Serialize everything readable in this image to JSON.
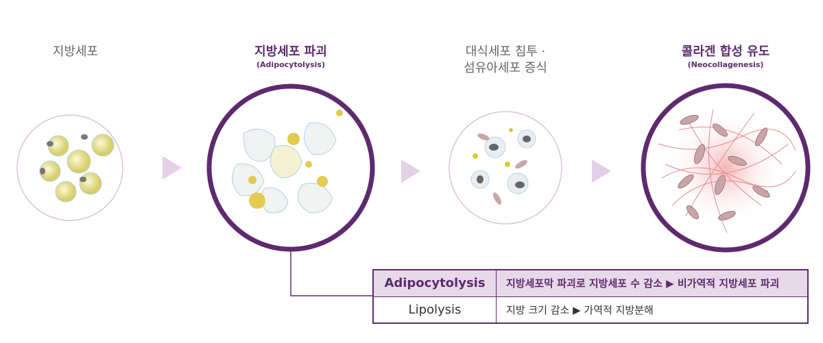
{
  "stages": [
    {
      "title": "지방세포"
    },
    {
      "title": "지방세포 파괴",
      "subtitle": "(Adipocytolysis)"
    },
    {
      "title_line1": "대식세포 침투 ·",
      "title_line2": "섬유아세포 증식"
    },
    {
      "title": "콜라겐 합성 유도",
      "subtitle": "(Neocollagenesis)"
    }
  ],
  "table": {
    "rows": [
      {
        "term": "Adipocytolysis",
        "desc": "지방세포막 파괴로 지방세포 수 감소 ▶ 비가역적 지방세포 파괴"
      },
      {
        "term": "Lipolysis",
        "desc": "지방 크기 감소 ▶ 가역적 지방분해"
      }
    ]
  },
  "colors": {
    "accent": "#5e2a6e",
    "arrow": "#e3cfe6",
    "header_bg": "#e8d9ea",
    "fat": "#e9e39a",
    "fibroblast": "#c9a5a8"
  }
}
